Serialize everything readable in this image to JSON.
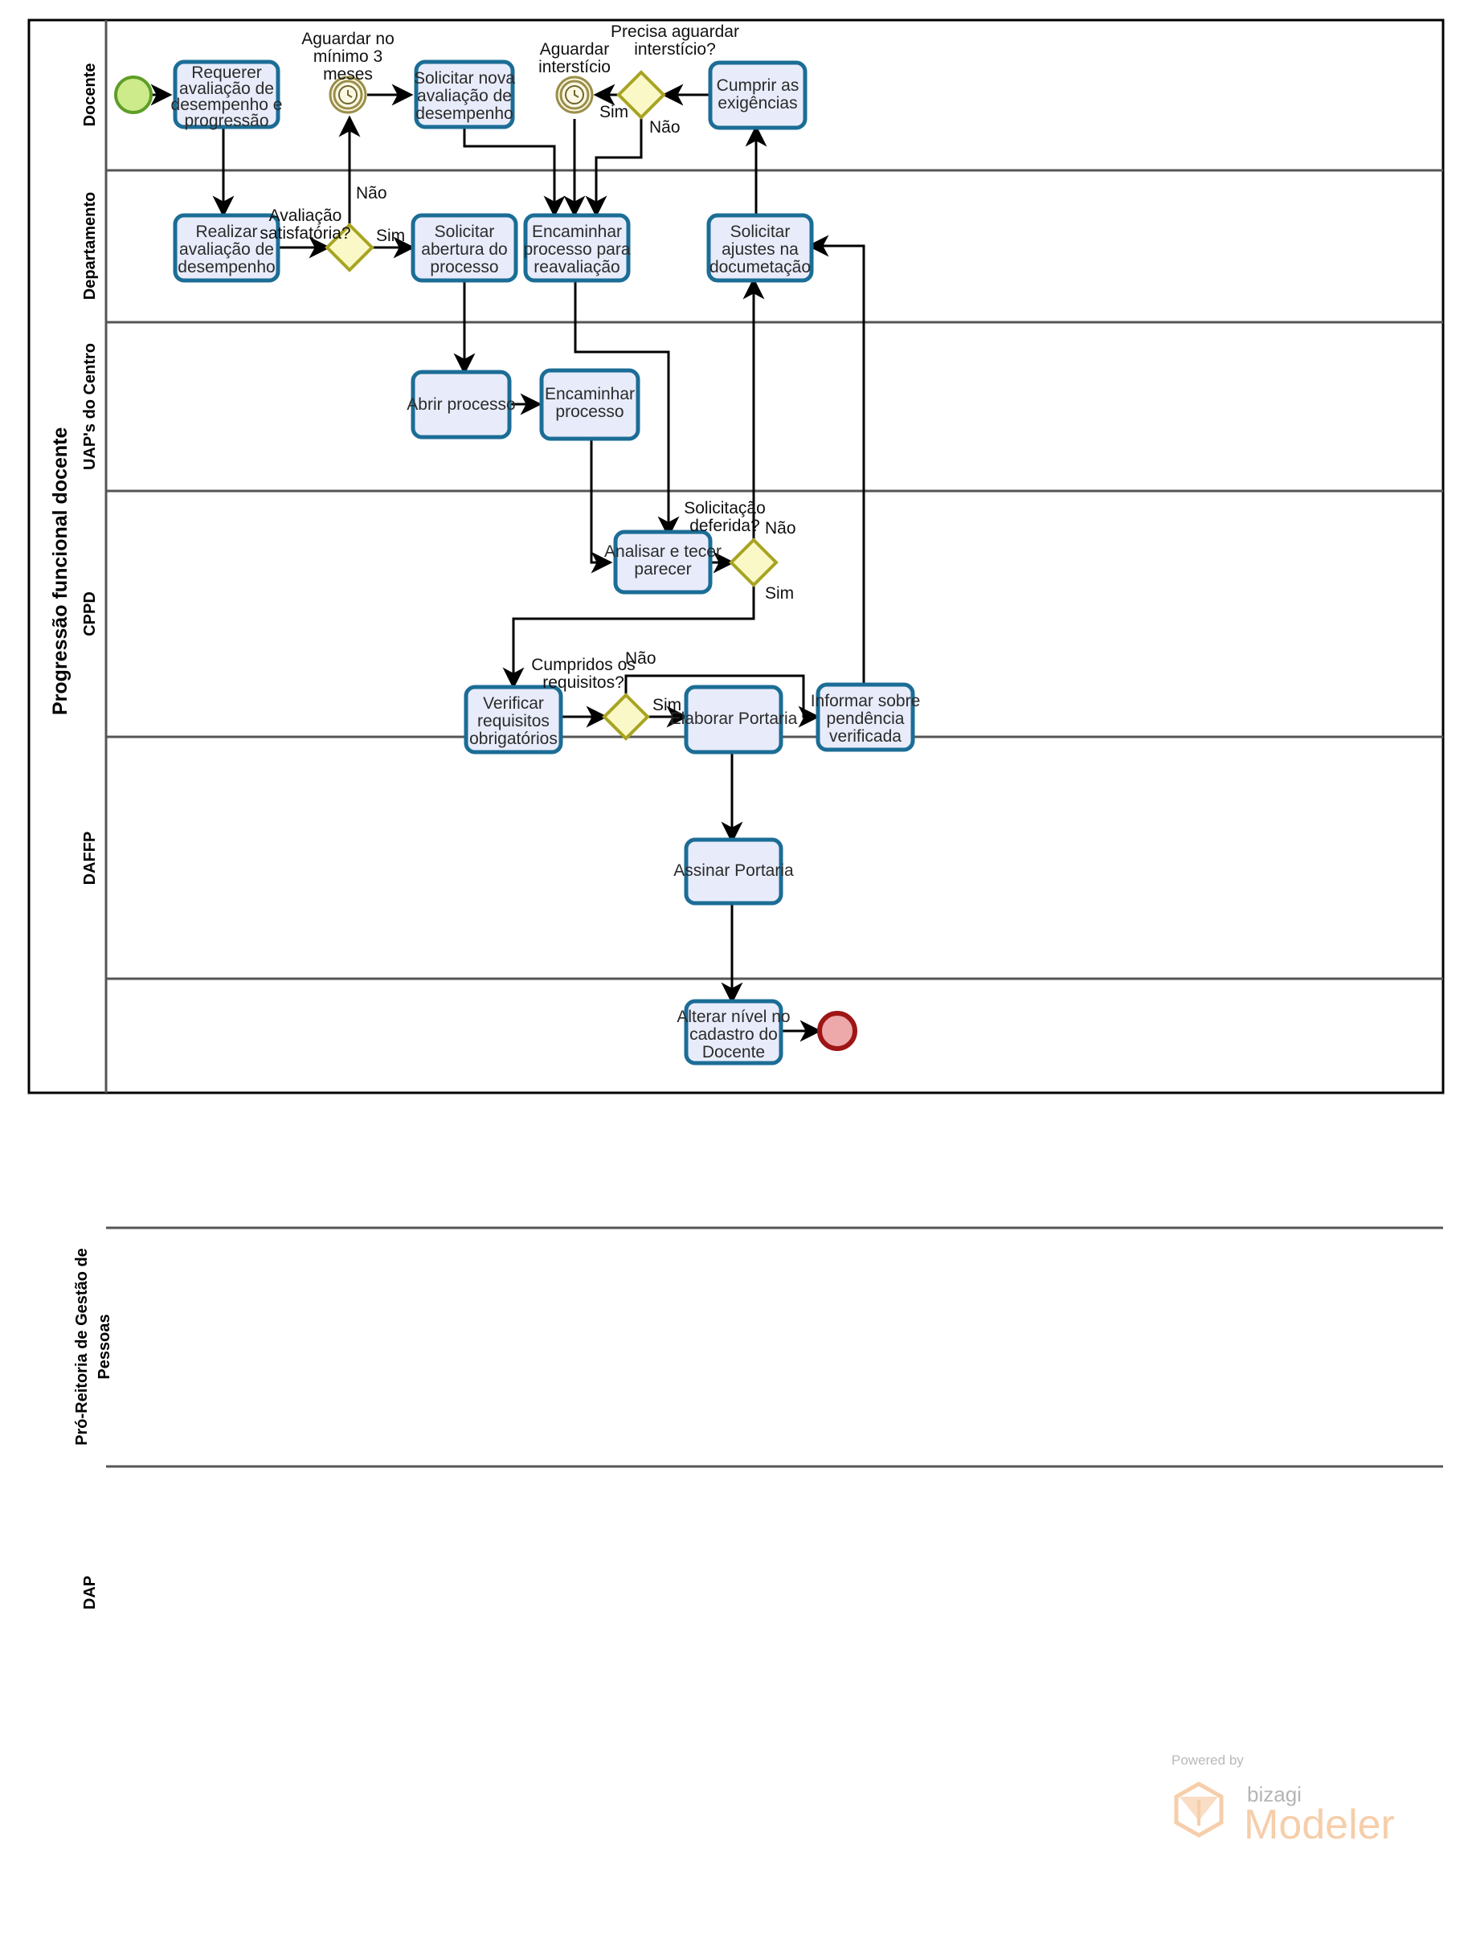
{
  "pool": {
    "title": "Progressão funcional docente"
  },
  "lanes": [
    {
      "id": "docente",
      "label": "Docente"
    },
    {
      "id": "departamento",
      "label": "Departamento"
    },
    {
      "id": "uaps",
      "label": "UAP's do Centro"
    },
    {
      "id": "cppd",
      "label": "CPPD"
    },
    {
      "id": "daffp",
      "label": "DAFFP"
    },
    {
      "id": "progep",
      "label": "Pró-Reitoria de Gestão de Pessoas"
    },
    {
      "id": "dap",
      "label": "DAP"
    }
  ],
  "events": [
    {
      "id": "start",
      "type": "start-event",
      "label": "",
      "lane": "docente"
    },
    {
      "id": "timer-3-meses",
      "type": "timer-intermediate-event",
      "label_lines": [
        "Aguardar no",
        "mínimo 3",
        "meses"
      ],
      "lane": "docente"
    },
    {
      "id": "timer-intersticio",
      "type": "timer-intermediate-event",
      "label_lines": [
        "Aguardar",
        "interstício"
      ],
      "lane": "docente"
    },
    {
      "id": "end",
      "type": "end-event",
      "label": "",
      "lane": "dap"
    }
  ],
  "tasks": [
    {
      "id": "requerer-avaliacao",
      "lines": [
        "Requerer",
        "avaliação de",
        "desempenho e",
        "progressão"
      ],
      "lane": "docente"
    },
    {
      "id": "solicitar-nova-avaliacao",
      "lines": [
        "Solicitar nova",
        "avaliação de",
        "desempenho"
      ],
      "lane": "docente"
    },
    {
      "id": "cumprir-exigencias",
      "lines": [
        "Cumprir as",
        "exigências"
      ],
      "lane": "docente"
    },
    {
      "id": "realizar-avaliacao",
      "lines": [
        "Realizar",
        "avaliação de",
        "desempenho"
      ],
      "lane": "departamento"
    },
    {
      "id": "solicitar-abertura",
      "lines": [
        "Solicitar",
        "abertura do",
        "processo"
      ],
      "lane": "departamento"
    },
    {
      "id": "encaminhar-reavaliacao",
      "lines": [
        "Encaminhar",
        "processo para",
        "reavaliação"
      ],
      "lane": "departamento"
    },
    {
      "id": "solicitar-ajustes",
      "lines": [
        "Solicitar",
        "ajustes na",
        "documetação"
      ],
      "lane": "departamento"
    },
    {
      "id": "abrir-processo",
      "lines": [
        "Abrir processo"
      ],
      "lane": "uaps"
    },
    {
      "id": "encaminhar-processo",
      "lines": [
        "Encaminhar",
        "processo"
      ],
      "lane": "uaps"
    },
    {
      "id": "analisar-parecer",
      "lines": [
        "Analisar e tecer",
        "parecer"
      ],
      "lane": "cppd"
    },
    {
      "id": "verificar-requisitos",
      "lines": [
        "Verificar",
        "requisitos",
        "obrigatórios"
      ],
      "lane": "daffp"
    },
    {
      "id": "elaborar-portaria",
      "lines": [
        "Elaborar Portaria"
      ],
      "lane": "daffp"
    },
    {
      "id": "informar-pendencia",
      "lines": [
        "Informar sobre",
        "pendência",
        "verificada"
      ],
      "lane": "daffp"
    },
    {
      "id": "assinar-portaria",
      "lines": [
        "Assinar Portaria"
      ],
      "lane": "progep"
    },
    {
      "id": "alterar-nivel",
      "lines": [
        "Alterar nível no",
        "cadastro do",
        "Docente"
      ],
      "lane": "dap"
    }
  ],
  "gateways": [
    {
      "id": "gw-avaliacao-satisfatoria",
      "label_lines": [
        "Avaliação",
        "satisfatória?"
      ],
      "lane": "departamento"
    },
    {
      "id": "gw-precisa-intersticio",
      "label_lines": [
        "Precisa aguardar",
        "interstício?"
      ],
      "lane": "docente"
    },
    {
      "id": "gw-solicitacao-deferida",
      "label_lines": [
        "Solicitação",
        "deferida?"
      ],
      "lane": "cppd"
    },
    {
      "id": "gw-cumpridos-requisitos",
      "label_lines": [
        "Cumpridos os",
        "requisitos?"
      ],
      "lane": "daffp"
    }
  ],
  "flow_labels": {
    "avaliacao_sim": "Sim",
    "avaliacao_nao": "Não",
    "intersticio_sim": "Sim",
    "intersticio_nao": "Não",
    "deferida_nao": "Não",
    "deferida_sim": "Sim",
    "requisitos_sim": "Sim",
    "requisitos_nao": "Não"
  },
  "branding": {
    "powered_by": "Powered by",
    "bizagi": "bizagi",
    "modeler": "Modeler"
  },
  "colors": {
    "task_fill": "#e8ecfa",
    "task_stroke": "#1b6d96",
    "gateway_fill": "#fbf8c8",
    "gateway_stroke": "#a8a421",
    "start_fill": "#cdeb8b",
    "start_stroke": "#5f9e27",
    "end_fill": "#eda9a9",
    "end_stroke": "#9e1616",
    "timer_fill": "#fbf8e3",
    "timer_stroke": "#9a8e4a",
    "lane_line": "#555555",
    "connector": "#000000",
    "brand_accent": "#f6ceaa"
  }
}
